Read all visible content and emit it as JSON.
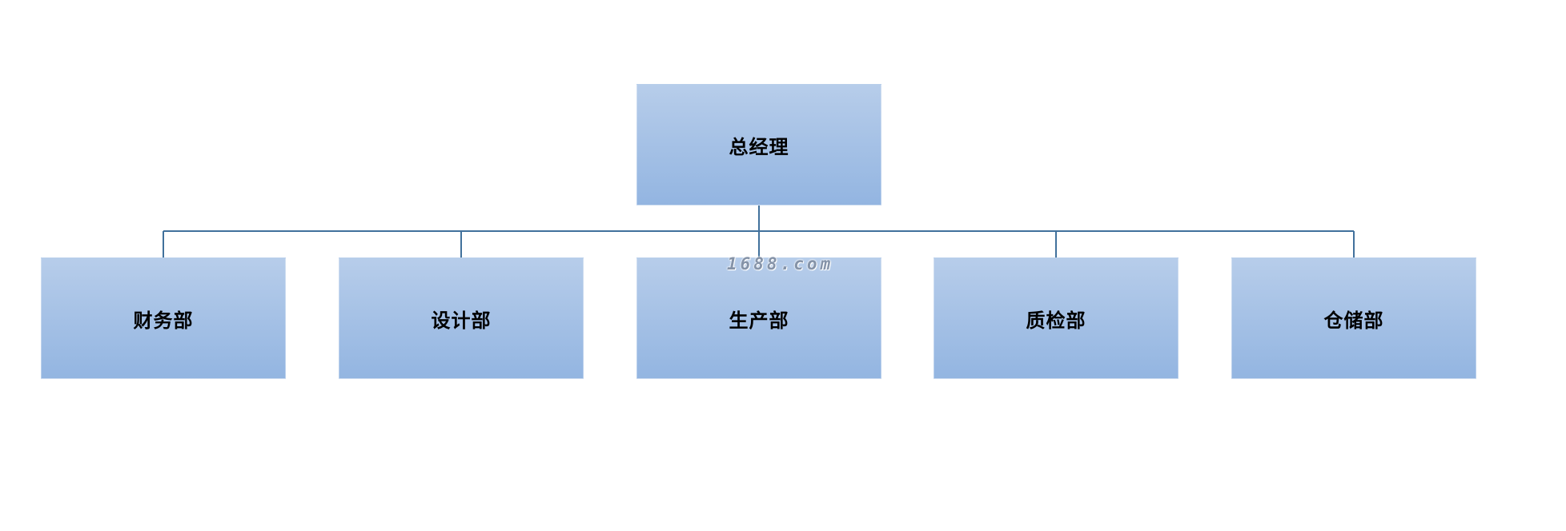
{
  "org_chart": {
    "root": {
      "label": "总经理"
    },
    "children": [
      {
        "label": "财务部"
      },
      {
        "label": "设计部"
      },
      {
        "label": "生产部"
      },
      {
        "label": "质检部"
      },
      {
        "label": "仓储部"
      }
    ]
  },
  "watermark": "1688.com",
  "colors": {
    "background": "#ffffff",
    "box_top": "#b7cdea",
    "box_bottom": "#93b5e1",
    "connector": "#41719c",
    "text": "#000000",
    "watermark": "#8593a8"
  }
}
